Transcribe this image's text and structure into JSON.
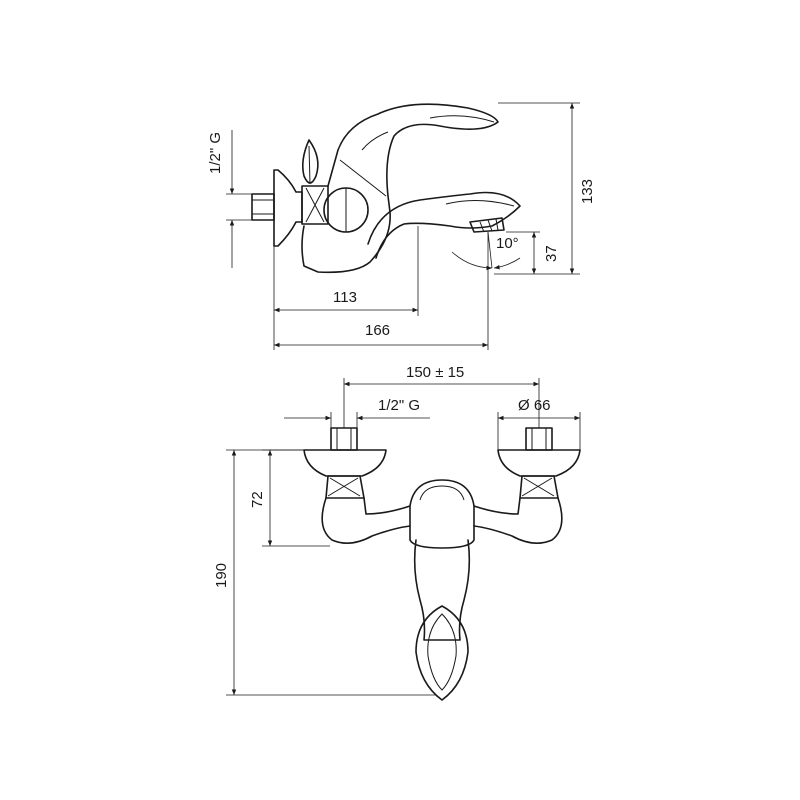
{
  "side_view": {
    "dimensions": {
      "pipe_thread": "1/2\" G",
      "total_height": "133",
      "spout_height": "37",
      "spout_angle": "10°",
      "handle_depth": "113",
      "total_depth": "166"
    }
  },
  "front_view": {
    "dimensions": {
      "inlet_spacing": "150 ± 15",
      "pipe_thread": "1/2\" G",
      "rosette_diameter": "Ø 66",
      "inlet_height": "72",
      "total_height": "190"
    }
  }
}
